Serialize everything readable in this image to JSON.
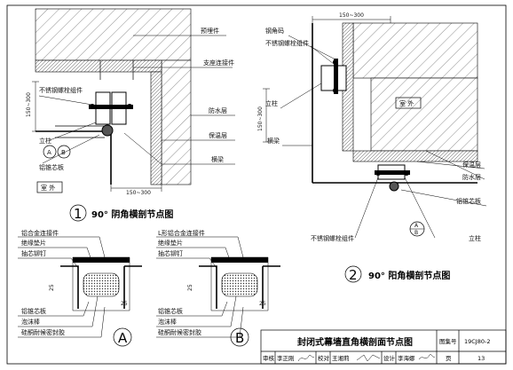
{
  "detail_1": {
    "labels": {
      "embedded_part": "预埋件",
      "support_connector": "支座连接件",
      "stainless_bolt_assembly": "不锈钢螺栓组件",
      "dim_vertical": "150~300",
      "column": "立柱",
      "waterproof_layer": "防水层",
      "insulation_layer": "保温层",
      "beam": "横梁",
      "callout_a": "A",
      "callout_b": "B",
      "aluminum_veneer": "铝锥芯板",
      "outdoor": "室 外",
      "dim_horizontal": "150~300"
    },
    "number": "1",
    "title": "90° 阴角横剖节点图"
  },
  "detail_2": {
    "labels": {
      "dim_top": "150~300",
      "steel_angle": "钢角码",
      "stainless_bolt_assembly": "不锈钢螺栓组件",
      "column": "立柱",
      "dim_vertical": "150~300",
      "beam": "横梁",
      "outdoor": "室 外",
      "insulation_layer": "保温层",
      "waterproof_layer": "防水层",
      "aluminum_veneer": "铝锥芯板",
      "stainless_bolt_assembly_2": "不锈钢螺栓组件",
      "column_2": "立柱",
      "callout_a": "A",
      "callout_b": "B"
    },
    "number": "2",
    "title": "90° 阳角横剖节点图"
  },
  "detail_a": {
    "labels": {
      "connector": "铝合金连接件",
      "insulating_pad": "绝缘垫片",
      "rivet": "抽芯铆钉",
      "dim_25": "25",
      "aluminum_veneer": "铝锥芯板",
      "foam_rod": "泡沫棒",
      "sealant": "硅酮耐候密封胶",
      "dim_25b": "25"
    },
    "letter": "A"
  },
  "detail_b": {
    "labels": {
      "connector": "L形铝合金连接件",
      "insulating_pad": "绝缘垫片",
      "rivet": "抽芯铆钉",
      "dim_25": "25",
      "aluminum_veneer": "铝锥芯板",
      "foam_rod": "泡沫棒",
      "sealant": "硅酮耐候密封胶",
      "dim_25b": "25"
    },
    "letter": "B"
  },
  "title_block": {
    "drawing_title": "封闭式幕墙直角横剖面节点图",
    "atlas_no_label": "图集号",
    "atlas_no": "19CJ80-2",
    "review_label": "审核",
    "review_name": "李正刚",
    "check_label": "校对",
    "check_name": "王湘莉",
    "design_label": "设计",
    "design_name": "李海娜",
    "page_label": "页",
    "page_no": "13"
  }
}
